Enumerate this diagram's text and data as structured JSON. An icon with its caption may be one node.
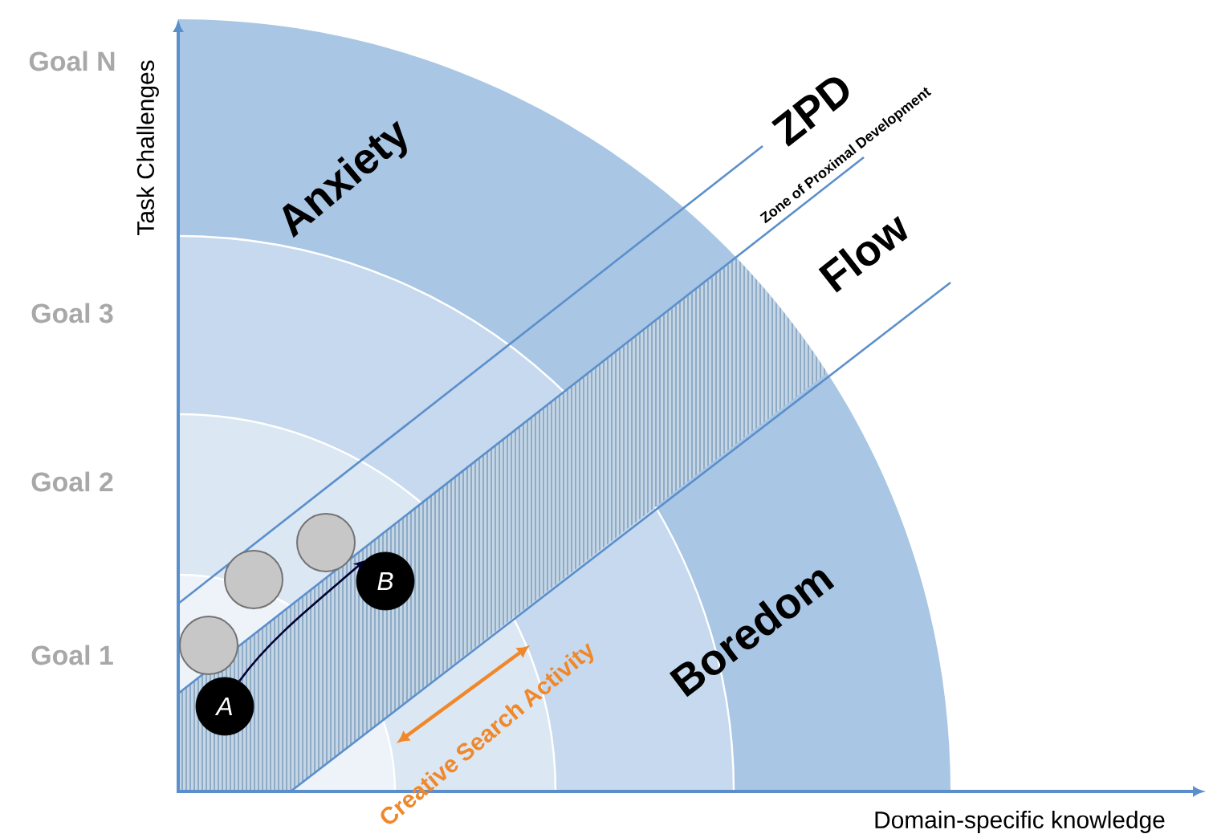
{
  "diagram": {
    "nodes": [
      {
        "text": [
          "A"
        ]
      },
      {
        "text": [
          "B"
        ]
      },
      {
        "text": [],
        "shape": "circle"
      },
      {
        "text": [],
        "shape": "circle"
      },
      {
        "text": [],
        "shape": "circle"
      }
    ],
    "edges": [
      {
        "from": 0,
        "to": 1,
        "arrow": "to"
      }
    ],
    "labels": [
      "Goal N",
      "Task Challenges",
      "Anxiety",
      "ZPD",
      "Zone of Proximal Development",
      "Goal 3",
      "Flow",
      "Goal 2",
      "Goal 1",
      "Boredom",
      "Creative Search Activity",
      "Domain-specific knowledge"
    ]
  }
}
